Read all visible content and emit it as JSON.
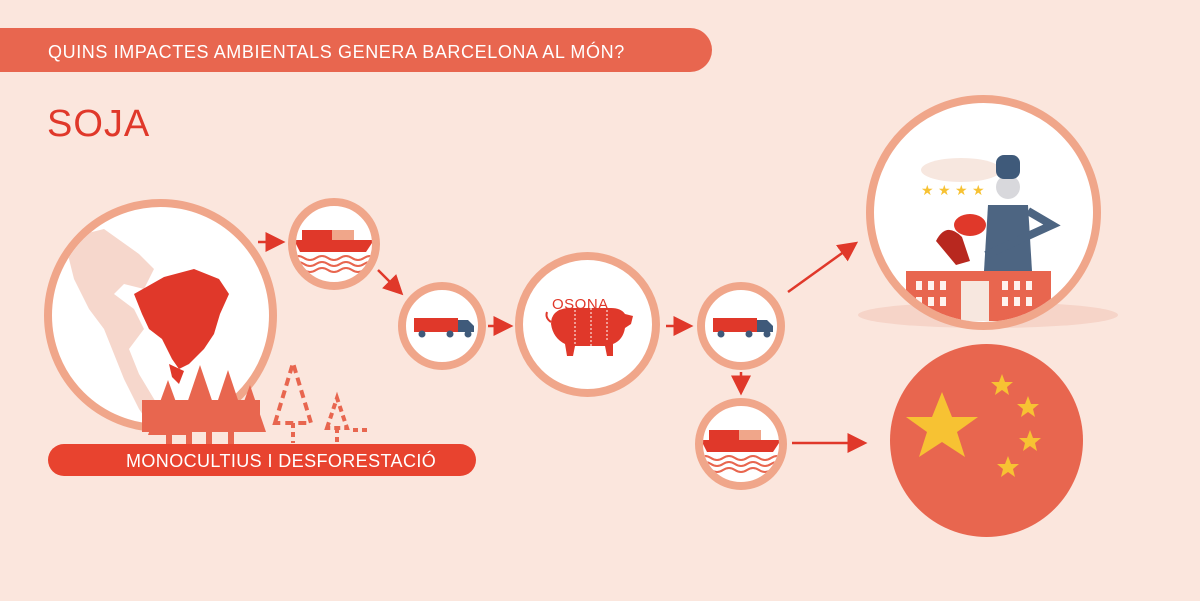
{
  "header": {
    "question": "QUINS IMPACTES AMBIENTALS GENERA BARCELONA AL MÓN?"
  },
  "page": {
    "title": "SOJA"
  },
  "labels": {
    "impact": "MONOCULTIUS I DESFORESTACIÓ",
    "region": "OSONA"
  },
  "icons": [
    "globe-brazil-icon",
    "forest-icon",
    "deforested-trees-icon",
    "cargo-ship-icon",
    "truck-icon",
    "pig-icon",
    "restaurant-chef-icon",
    "china-flag-icon",
    "arrow-icon"
  ],
  "colors": {
    "background": "#fbe6dd",
    "accent": "#e8432f",
    "banner": "#e8664f",
    "ring": "#f0a68a",
    "star": "#f7c233"
  }
}
